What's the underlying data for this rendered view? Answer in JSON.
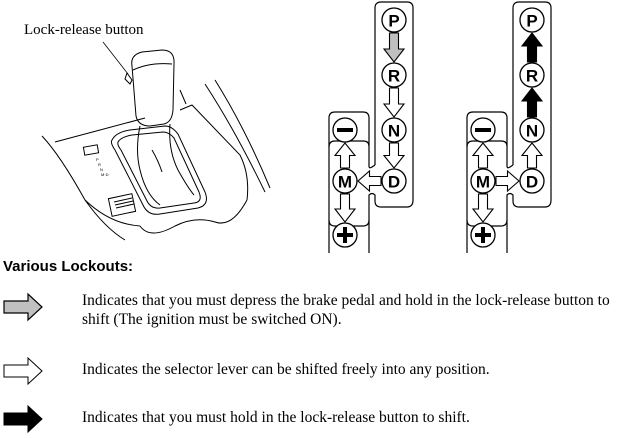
{
  "figure": {
    "callout_label": "Lock-release button"
  },
  "diagrams": [
    {
      "id": "left",
      "positions": [
        "P",
        "R",
        "N",
        "D",
        "M"
      ],
      "minus_label": "−",
      "plus_label": "+",
      "arrows": [
        {
          "from": "P",
          "to": "R",
          "type": "gray"
        },
        {
          "from": "R",
          "to": "N",
          "type": "white"
        },
        {
          "from": "N",
          "to": "D",
          "type": "white"
        },
        {
          "from": "D",
          "to": "M",
          "type": "white"
        },
        {
          "from": "M",
          "to": "minus",
          "type": "white"
        },
        {
          "from": "M",
          "to": "plus",
          "type": "white"
        }
      ]
    },
    {
      "id": "right",
      "positions": [
        "P",
        "R",
        "N",
        "D",
        "M"
      ],
      "minus_label": "−",
      "plus_label": "+",
      "arrows": [
        {
          "from": "R",
          "to": "P",
          "type": "black"
        },
        {
          "from": "N",
          "to": "R",
          "type": "black"
        },
        {
          "from": "D",
          "to": "N",
          "type": "white"
        },
        {
          "from": "M",
          "to": "D",
          "type": "white"
        },
        {
          "from": "M",
          "to": "minus",
          "type": "white"
        },
        {
          "from": "M",
          "to": "plus",
          "type": "white"
        }
      ]
    }
  ],
  "legend": {
    "heading": "Various Lockouts:",
    "colors": {
      "gray": "#c0c0c0",
      "white": "#ffffff",
      "black": "#000000"
    },
    "items": [
      {
        "arrow": "gray-arrow",
        "text": "Indicates that you must depress the brake pedal and hold in the lock-release button to shift (The ignition must be switched ON)."
      },
      {
        "arrow": "white-arrow",
        "text": "Indicates the selector lever can be shifted freely into any position."
      },
      {
        "arrow": "black-arrow",
        "text": "Indicates that you must hold in the lock-release button to shift."
      }
    ]
  }
}
